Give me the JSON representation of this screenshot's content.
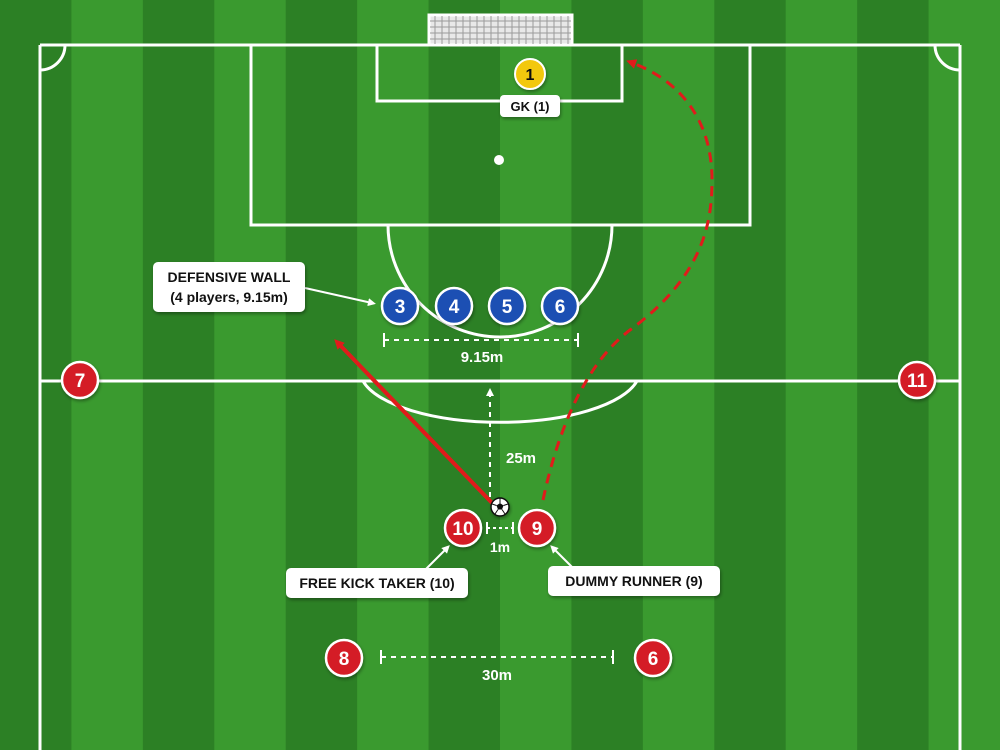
{
  "colors": {
    "grass_light": "#3a9a2f",
    "grass_dark": "#2c8025",
    "line": "#ffffff",
    "red_team": "#d41f26",
    "blue_team": "#1f4fb3",
    "goalkeeper": "#f2c80f",
    "arrow_red": "#e01b1b"
  },
  "labels": {
    "gk": "GK (1)",
    "wall": [
      "DEFENSIVE WALL",
      "(4 players, 9.15m)"
    ],
    "taker": "FREE KICK TAKER (10)",
    "dummy": "DUMMY RUNNER (9)"
  },
  "measurements": {
    "wall_gap": "9.15m",
    "ball_distance": "25m",
    "taker_gap": "1m",
    "back_gap": "30m"
  },
  "players": {
    "goalkeeper": "1",
    "wall": [
      "3",
      "4",
      "5",
      "6"
    ],
    "left_wing": "7",
    "right_wing": "11",
    "taker": "10",
    "dummy": "9",
    "back_left": "8",
    "back_right": "6"
  },
  "icons": {
    "ball": "soccer-ball-icon"
  }
}
